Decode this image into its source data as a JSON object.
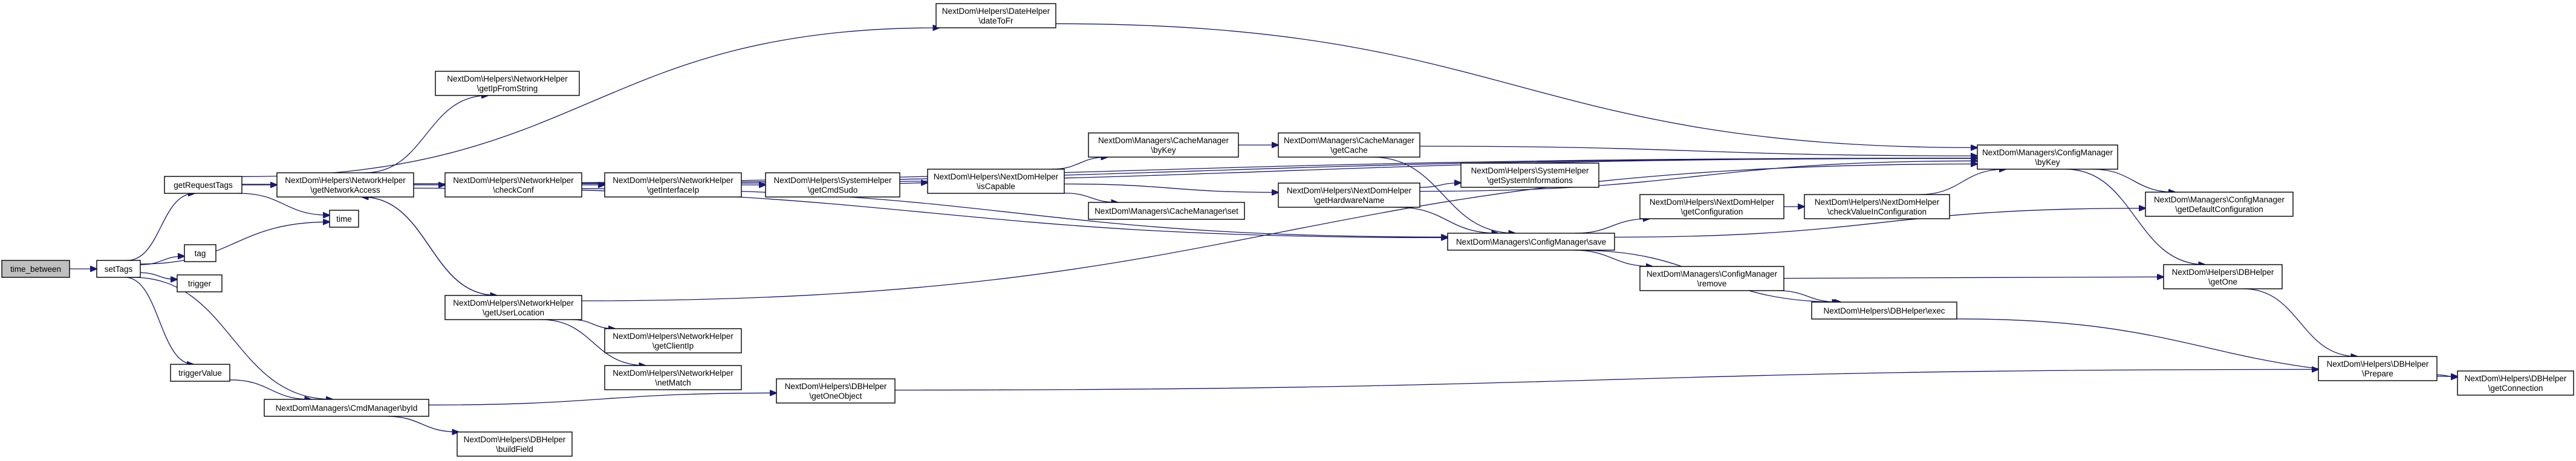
{
  "nodes": [
    {
      "id": "time_between",
      "lines": [
        "time_between"
      ],
      "root": true
    },
    {
      "id": "setTags",
      "lines": [
        "setTags"
      ]
    },
    {
      "id": "getRequestTags",
      "lines": [
        "getRequestTags"
      ]
    },
    {
      "id": "tag",
      "lines": [
        "tag"
      ]
    },
    {
      "id": "trigger",
      "lines": [
        "trigger"
      ]
    },
    {
      "id": "triggerValue",
      "lines": [
        "triggerValue"
      ]
    },
    {
      "id": "time",
      "lines": [
        "time"
      ]
    },
    {
      "id": "cmdById",
      "lines": [
        "NextDom\\Managers\\CmdManager\\byId"
      ]
    },
    {
      "id": "dateToFr",
      "lines": [
        "NextDom\\Helpers\\DateHelper",
        "\\dateToFr"
      ]
    },
    {
      "id": "getNetworkAccess",
      "lines": [
        "NextDom\\Helpers\\NetworkHelper",
        "\\getNetworkAccess"
      ]
    },
    {
      "id": "getIpFromString",
      "lines": [
        "NextDom\\Helpers\\NetworkHelper",
        "\\getIpFromString"
      ]
    },
    {
      "id": "checkConf",
      "lines": [
        "NextDom\\Helpers\\NetworkHelper",
        "\\checkConf"
      ]
    },
    {
      "id": "getUserLocation",
      "lines": [
        "NextDom\\Helpers\\NetworkHelper",
        "\\getUserLocation"
      ]
    },
    {
      "id": "getClientIp",
      "lines": [
        "NextDom\\Helpers\\NetworkHelper",
        "\\getClientIp"
      ]
    },
    {
      "id": "netMatch",
      "lines": [
        "NextDom\\Helpers\\NetworkHelper",
        "\\netMatch"
      ]
    },
    {
      "id": "buildField",
      "lines": [
        "NextDom\\Helpers\\DBHelper",
        "\\buildField"
      ]
    },
    {
      "id": "getInterfaceIp",
      "lines": [
        "NextDom\\Helpers\\NetworkHelper",
        "\\getInterfaceIp"
      ]
    },
    {
      "id": "getCmdSudo",
      "lines": [
        "NextDom\\Helpers\\SystemHelper",
        "\\getCmdSudo"
      ]
    },
    {
      "id": "isCapable",
      "lines": [
        "NextDom\\Helpers\\NextDomHelper",
        "\\isCapable"
      ]
    },
    {
      "id": "cacheById",
      "lines": [
        "NextDom\\Managers\\CacheManager",
        "\\byKey"
      ]
    },
    {
      "id": "cacheSet",
      "lines": [
        "NextDom\\Managers\\CacheManager\\set"
      ]
    },
    {
      "id": "getCache",
      "lines": [
        "NextDom\\Managers\\CacheManager",
        "\\getCache"
      ]
    },
    {
      "id": "getHardwareName",
      "lines": [
        "NextDom\\Helpers\\NextDomHelper",
        "\\getHardwareName"
      ]
    },
    {
      "id": "getSystemInformations",
      "lines": [
        "NextDom\\Helpers\\SystemHelper",
        "\\getSystemInformations"
      ]
    },
    {
      "id": "save",
      "lines": [
        "NextDom\\Managers\\ConfigManager\\save"
      ]
    },
    {
      "id": "getConfiguration",
      "lines": [
        "NextDom\\Helpers\\NextDomHelper",
        "\\getConfiguration"
      ]
    },
    {
      "id": "checkValueInConfiguration",
      "lines": [
        "NextDom\\Helpers\\NextDomHelper",
        "\\checkValueInConfiguration"
      ]
    },
    {
      "id": "remove",
      "lines": [
        "NextDom\\Managers\\ConfigManager",
        "\\remove"
      ]
    },
    {
      "id": "exec",
      "lines": [
        "NextDom\\Helpers\\DBHelper\\exec"
      ]
    },
    {
      "id": "getOneObject",
      "lines": [
        "NextDom\\Helpers\\DBHelper",
        "\\getOneObject"
      ]
    },
    {
      "id": "configByKey",
      "lines": [
        "NextDom\\Managers\\ConfigManager",
        "\\byKey"
      ]
    },
    {
      "id": "getDefaultConfiguration",
      "lines": [
        "NextDom\\Managers\\ConfigManager",
        "\\getDefaultConfiguration"
      ]
    },
    {
      "id": "getOne",
      "lines": [
        "NextDom\\Helpers\\DBHelper",
        "\\getOne"
      ]
    },
    {
      "id": "prepare",
      "lines": [
        "NextDom\\Helpers\\DBHelper",
        "\\Prepare"
      ]
    },
    {
      "id": "getConnection",
      "lines": [
        "NextDom\\Helpers\\DBHelper",
        "\\getConnection"
      ]
    }
  ],
  "edges": [
    [
      "time_between",
      "setTags"
    ],
    [
      "setTags",
      "getRequestTags"
    ],
    [
      "setTags",
      "time"
    ],
    [
      "setTags",
      "tag"
    ],
    [
      "setTags",
      "trigger"
    ],
    [
      "setTags",
      "triggerValue"
    ],
    [
      "setTags",
      "cmdById"
    ],
    [
      "getRequestTags",
      "dateToFr"
    ],
    [
      "getRequestTags",
      "configByKey"
    ],
    [
      "getRequestTags",
      "getNetworkAccess"
    ],
    [
      "getRequestTags",
      "time"
    ],
    [
      "triggerValue",
      "cmdById"
    ],
    [
      "cmdById",
      "buildField"
    ],
    [
      "cmdById",
      "getOneObject"
    ],
    [
      "dateToFr",
      "configByKey"
    ],
    [
      "getNetworkAccess",
      "getIpFromString"
    ],
    [
      "getNetworkAccess",
      "configByKey"
    ],
    [
      "getNetworkAccess",
      "checkConf"
    ],
    [
      "getNetworkAccess",
      "save"
    ],
    [
      "getNetworkAccess",
      "getUserLocation"
    ],
    [
      "checkConf",
      "configByKey"
    ],
    [
      "checkConf",
      "getInterfaceIp"
    ],
    [
      "checkConf",
      "save"
    ],
    [
      "getUserLocation",
      "getNetworkAccess"
    ],
    [
      "getUserLocation",
      "getClientIp"
    ],
    [
      "getUserLocation",
      "netMatch"
    ],
    [
      "getUserLocation",
      "configByKey"
    ],
    [
      "getInterfaceIp",
      "getCmdSudo"
    ],
    [
      "getCmdSudo",
      "isCapable"
    ],
    [
      "isCapable",
      "cacheById"
    ],
    [
      "isCapable",
      "cacheSet"
    ],
    [
      "isCapable",
      "getHardwareName"
    ],
    [
      "cacheById",
      "getCache"
    ],
    [
      "getCache",
      "configByKey"
    ],
    [
      "getCache",
      "save"
    ],
    [
      "getHardwareName",
      "configByKey"
    ],
    [
      "getHardwareName",
      "getSystemInformations"
    ],
    [
      "getHardwareName",
      "save"
    ],
    [
      "save",
      "getConfiguration"
    ],
    [
      "save",
      "getDefaultConfiguration"
    ],
    [
      "save",
      "remove"
    ],
    [
      "save",
      "exec"
    ],
    [
      "getConfiguration",
      "checkValueInConfiguration"
    ],
    [
      "checkValueInConfiguration",
      "configByKey"
    ],
    [
      "remove",
      "getOne"
    ],
    [
      "remove",
      "exec"
    ],
    [
      "exec",
      "getConnection"
    ],
    [
      "getOneObject",
      "prepare"
    ],
    [
      "configByKey",
      "getDefaultConfiguration"
    ],
    [
      "configByKey",
      "getOne"
    ],
    [
      "getOne",
      "prepare"
    ],
    [
      "prepare",
      "getConnection"
    ]
  ],
  "colors": {
    "edge": "#191970",
    "node_fill": "#ffffff",
    "root_fill": "#bfbfbf",
    "border": "#000000"
  }
}
